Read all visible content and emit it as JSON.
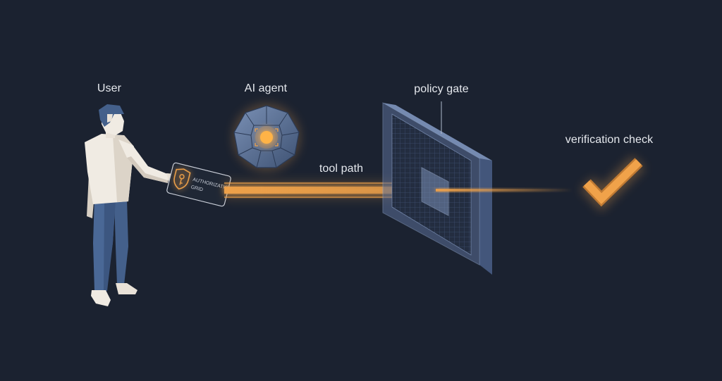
{
  "labels": {
    "user": "User",
    "agent": "AI agent",
    "tool_path": "tool path",
    "policy_gate": "policy gate",
    "verification": "verification check"
  },
  "card": {
    "line1": "AUTHORIZATION",
    "line2": "GRID"
  },
  "icons": {
    "card": "key-shield-icon",
    "agent": "gem-core-icon",
    "check": "checkmark-icon"
  },
  "colors": {
    "background": "#1b2230",
    "accent": "#f0a24a",
    "gate": "#6d86b2",
    "text": "#e6e9ee"
  }
}
